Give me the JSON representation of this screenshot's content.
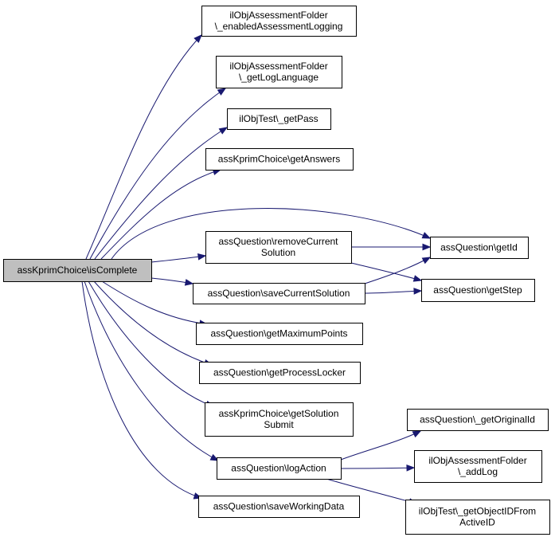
{
  "nodes": {
    "root": [
      "assKprimChoice\\isComplete"
    ],
    "enabled_logging": [
      "ilObjAssessmentFolder",
      "\\_enabledAssessmentLogging"
    ],
    "get_log_language": [
      "ilObjAssessmentFolder",
      "\\_getLogLanguage"
    ],
    "get_pass": [
      "ilObjTest\\_getPass"
    ],
    "get_answers": [
      "assKprimChoice\\getAnswers"
    ],
    "remove_current_solution": [
      "assQuestion\\removeCurrent",
      "Solution"
    ],
    "get_id": [
      "assQuestion\\getId"
    ],
    "save_current_solution": [
      "assQuestion\\saveCurrentSolution"
    ],
    "get_step": [
      "assQuestion\\getStep"
    ],
    "get_maximum_points": [
      "assQuestion\\getMaximumPoints"
    ],
    "get_process_locker": [
      "assQuestion\\getProcessLocker"
    ],
    "get_solution_submit": [
      "assKprimChoice\\getSolution",
      "Submit"
    ],
    "get_original_id": [
      "assQuestion\\_getOriginalId"
    ],
    "log_action": [
      "assQuestion\\logAction"
    ],
    "add_log": [
      "ilObjAssessmentFolder",
      "\\_addLog"
    ],
    "save_working_data": [
      "assQuestion\\saveWorkingData"
    ],
    "get_object_id_from_active_id": [
      "ilObjTest\\_getObjectIDFrom",
      "ActiveID"
    ]
  },
  "edges": [
    [
      "root",
      "enabled_logging"
    ],
    [
      "root",
      "get_log_language"
    ],
    [
      "root",
      "get_pass"
    ],
    [
      "root",
      "get_answers"
    ],
    [
      "root",
      "get_id"
    ],
    [
      "root",
      "remove_current_solution"
    ],
    [
      "root",
      "save_current_solution"
    ],
    [
      "root",
      "get_maximum_points"
    ],
    [
      "root",
      "get_process_locker"
    ],
    [
      "root",
      "get_solution_submit"
    ],
    [
      "root",
      "log_action"
    ],
    [
      "root",
      "save_working_data"
    ],
    [
      "remove_current_solution",
      "get_id"
    ],
    [
      "remove_current_solution",
      "get_step"
    ],
    [
      "save_current_solution",
      "get_id"
    ],
    [
      "save_current_solution",
      "get_step"
    ],
    [
      "log_action",
      "get_original_id"
    ],
    [
      "log_action",
      "add_log"
    ],
    [
      "log_action",
      "get_object_id_from_active_id"
    ]
  ]
}
